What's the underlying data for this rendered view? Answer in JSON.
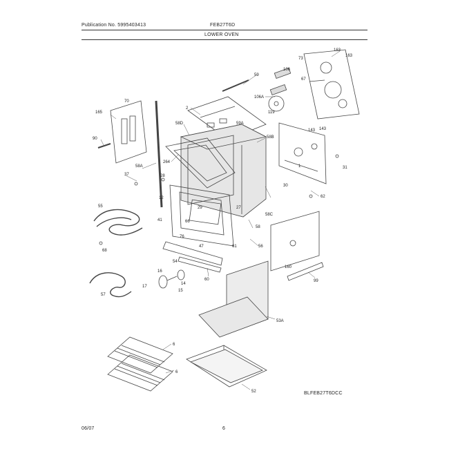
{
  "header": {
    "publication": "Publication No. 5995403413",
    "model": "FEB27T6D",
    "section": "LOWER OVEN"
  },
  "footer": {
    "date": "06/07",
    "page": "6",
    "diagram_code": "BLFEB27T6DCC"
  },
  "labels": [
    {
      "id": "label-163a",
      "text": "163"
    },
    {
      "id": "label-163b",
      "text": "163"
    },
    {
      "id": "label-73",
      "text": "73"
    },
    {
      "id": "label-106",
      "text": "106"
    },
    {
      "id": "label-59",
      "text": "59"
    },
    {
      "id": "label-106a",
      "text": "106A"
    },
    {
      "id": "label-67",
      "text": "67"
    },
    {
      "id": "label-119",
      "text": "119"
    },
    {
      "id": "label-2",
      "text": "2"
    },
    {
      "id": "label-165",
      "text": "165"
    },
    {
      "id": "label-70",
      "text": "70"
    },
    {
      "id": "label-59a",
      "text": "59A"
    },
    {
      "id": "label-143a",
      "text": "143"
    },
    {
      "id": "label-143b",
      "text": "143"
    },
    {
      "id": "label-58d",
      "text": "58D"
    },
    {
      "id": "label-58b",
      "text": "58B"
    },
    {
      "id": "label-90",
      "text": "90"
    },
    {
      "id": "label-1",
      "text": "1"
    },
    {
      "id": "label-31",
      "text": "31"
    },
    {
      "id": "label-264",
      "text": "264"
    },
    {
      "id": "label-58a",
      "text": "58A"
    },
    {
      "id": "label-37",
      "text": "37"
    },
    {
      "id": "label-28",
      "text": "28"
    },
    {
      "id": "label-30",
      "text": "30"
    },
    {
      "id": "label-12",
      "text": "12"
    },
    {
      "id": "label-62",
      "text": "62"
    },
    {
      "id": "label-55",
      "text": "55"
    },
    {
      "id": "label-29",
      "text": "29"
    },
    {
      "id": "label-27",
      "text": "27"
    },
    {
      "id": "label-58c",
      "text": "58C"
    },
    {
      "id": "label-41",
      "text": "41"
    },
    {
      "id": "label-66",
      "text": "66"
    },
    {
      "id": "label-58",
      "text": "58"
    },
    {
      "id": "label-76",
      "text": "76"
    },
    {
      "id": "label-47",
      "text": "47"
    },
    {
      "id": "label-61",
      "text": "61"
    },
    {
      "id": "label-56",
      "text": "56"
    },
    {
      "id": "label-68",
      "text": "68"
    },
    {
      "id": "label-54",
      "text": "54"
    },
    {
      "id": "label-160",
      "text": "160"
    },
    {
      "id": "label-16",
      "text": "16"
    },
    {
      "id": "label-14",
      "text": "14"
    },
    {
      "id": "label-15",
      "text": "15"
    },
    {
      "id": "label-17",
      "text": "17"
    },
    {
      "id": "label-60",
      "text": "60"
    },
    {
      "id": "label-99",
      "text": "99"
    },
    {
      "id": "label-57",
      "text": "57"
    },
    {
      "id": "label-53a",
      "text": "53A"
    },
    {
      "id": "label-6a",
      "text": "6"
    },
    {
      "id": "label-6b",
      "text": "6"
    },
    {
      "id": "label-52",
      "text": "52"
    }
  ]
}
